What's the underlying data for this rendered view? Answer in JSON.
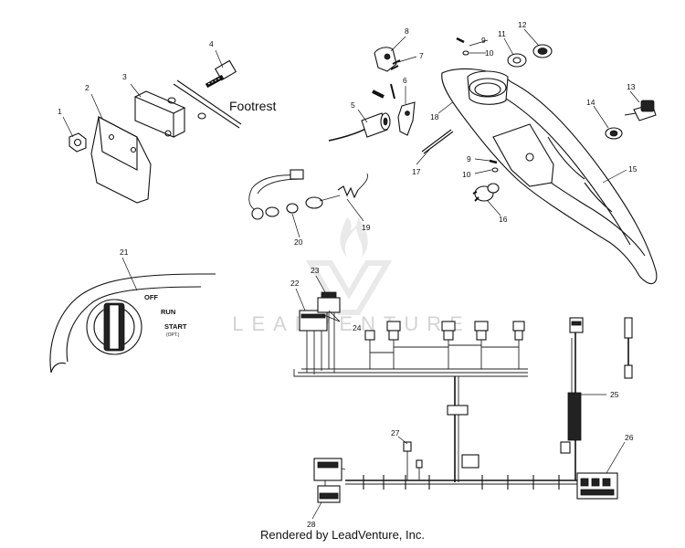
{
  "callouts": {
    "n1": "1",
    "n2": "2",
    "n3": "3",
    "n4": "4",
    "n5": "5",
    "n6": "6",
    "n7": "7",
    "n8": "8",
    "n9a": "9",
    "n9b": "9",
    "n10a": "10",
    "n10b": "10",
    "n11": "11",
    "n12": "12",
    "n13": "13",
    "n14": "14",
    "n15": "15",
    "n16": "16",
    "n17": "17",
    "n18": "18",
    "n19": "19",
    "n20": "20",
    "n21": "21",
    "n22": "22",
    "n23": "23",
    "n24": "24",
    "n25": "25",
    "n26": "26",
    "n27": "27",
    "n28": "28"
  },
  "labels": {
    "footrest": "Footrest",
    "switch_off": "OFF",
    "switch_run": "RUN",
    "switch_start": "START",
    "switch_opt": "(OPT.)"
  },
  "watermark": "LEADVENTURE",
  "footer": "Rendered by LeadVenture, Inc."
}
